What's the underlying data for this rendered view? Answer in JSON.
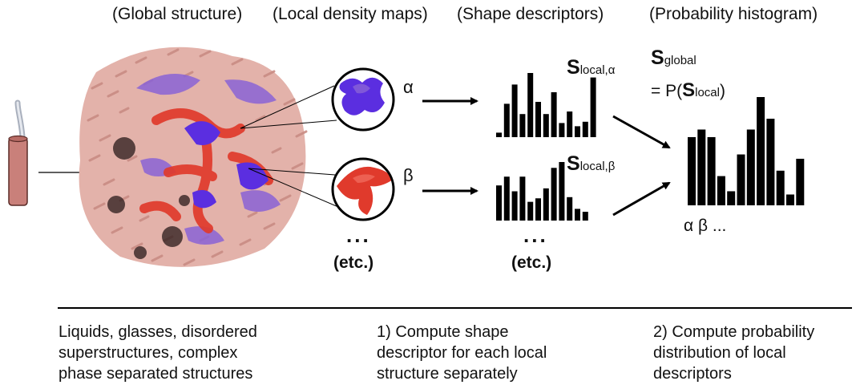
{
  "headers": {
    "global": "(Global structure)",
    "local": "(Local density maps)",
    "shape": "(Shape descriptors)",
    "prob": "(Probability histogram)"
  },
  "greek": {
    "alpha": "α",
    "beta": "β"
  },
  "ellipsis": "...",
  "etc": "(etc.)",
  "s_local_alpha": {
    "bold": "S",
    "sub": "local,α"
  },
  "s_local_beta": {
    "bold": "S",
    "sub": "local,β"
  },
  "s_global": {
    "bold": "S",
    "sub": "global",
    "eq_prefix": "= P(",
    "eq_bold": "S",
    "eq_sub": "local",
    "eq_suffix": ")"
  },
  "hist_axis_label": "α β ...",
  "captions": {
    "left": [
      "Liquids, glasses, disordered",
      "superstructures, complex",
      "phase separated structures"
    ],
    "mid": [
      "1) Compute shape",
      "descriptor for each local",
      "structure separately"
    ],
    "right": [
      "2) Compute probability",
      "distribution of local",
      "descriptors"
    ]
  },
  "colors": {
    "red": "#e03a2c",
    "blue": "#5b2ee0",
    "pink": "#d79a92",
    "purple": "#8a63d6",
    "bar": "#000000"
  },
  "histograms": {
    "alpha": [
      0.07,
      0.52,
      0.82,
      0.36,
      1.0,
      0.55,
      0.36,
      0.7,
      0.22,
      0.4,
      0.17,
      0.24,
      0.93
    ],
    "beta": [
      0.6,
      0.75,
      0.5,
      0.75,
      0.32,
      0.38,
      0.55,
      0.9,
      1.0,
      0.4,
      0.2,
      0.15
    ],
    "global": [
      0.63,
      0.7,
      0.63,
      0.27,
      0.13,
      0.47,
      0.7,
      1.0,
      0.8,
      0.32,
      0.1,
      0.43
    ]
  }
}
